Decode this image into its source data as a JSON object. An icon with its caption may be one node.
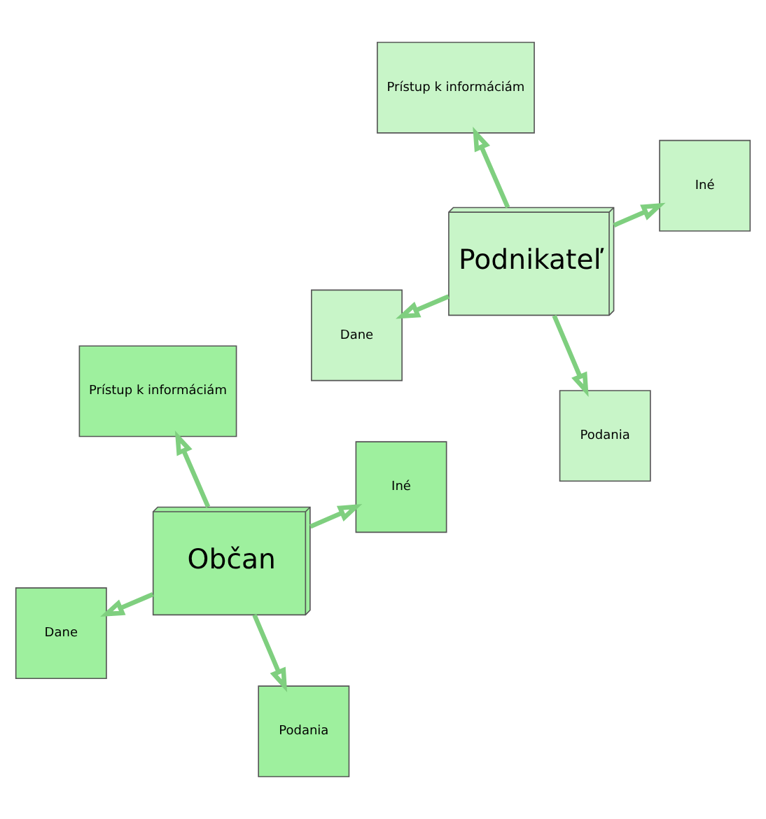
{
  "diagram": {
    "nodes": [
      {
        "text": [
          "Dane"
        ]
      },
      {
        "text": [
          "Občan"
        ]
      },
      {
        "text": [
          "Podania"
        ]
      },
      {
        "text": [
          "Prístup k informáciám"
        ]
      },
      {
        "text": [
          "Iné"
        ]
      },
      {
        "text": [
          "Dane"
        ]
      },
      {
        "text": [
          "Podnikateľ"
        ]
      },
      {
        "text": [
          "Podania"
        ]
      },
      {
        "text": [
          "Prístup k informáciám"
        ]
      },
      {
        "text": [
          "Iné"
        ]
      }
    ],
    "edges": [
      {
        "from": 1,
        "to": 0,
        "arrow": "to"
      },
      {
        "from": 1,
        "to": 2,
        "arrow": "to"
      },
      {
        "from": 1,
        "to": 3,
        "arrow": "to"
      },
      {
        "from": 1,
        "to": 4,
        "arrow": "to"
      },
      {
        "from": 6,
        "to": 5,
        "arrow": "to"
      },
      {
        "from": 6,
        "to": 7,
        "arrow": "to"
      },
      {
        "from": 6,
        "to": 8,
        "arrow": "to"
      },
      {
        "from": 6,
        "to": 9,
        "arrow": "to"
      }
    ]
  }
}
